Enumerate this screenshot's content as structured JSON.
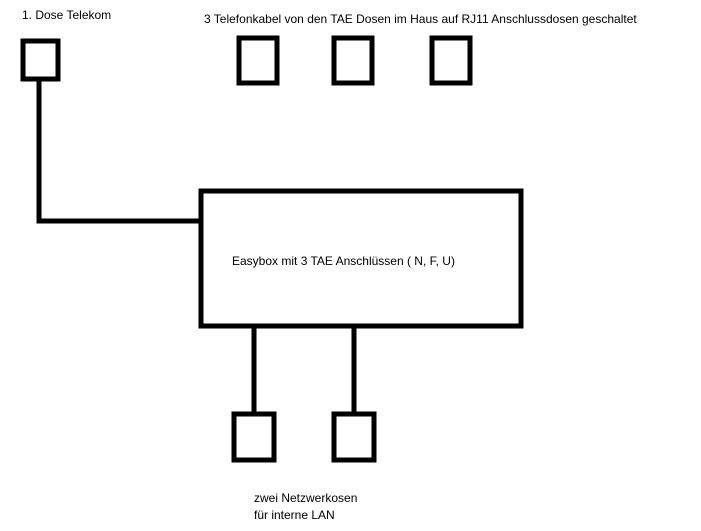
{
  "diagram": {
    "telekom_label": "1. Dose Telekom",
    "cables_label": "3 Telefonkabel von den TAE Dosen im Haus auf RJ11 Anschlussdosen geschaltet",
    "easybox_label": "Easybox mit 3 TAE Anschlüssen ( N, F, U)",
    "lan_label_line1": "zwei Netzwerkosen",
    "lan_label_line2": "für interne LAN"
  },
  "colors": {
    "stroke": "#000000",
    "background": "#ffffff"
  }
}
